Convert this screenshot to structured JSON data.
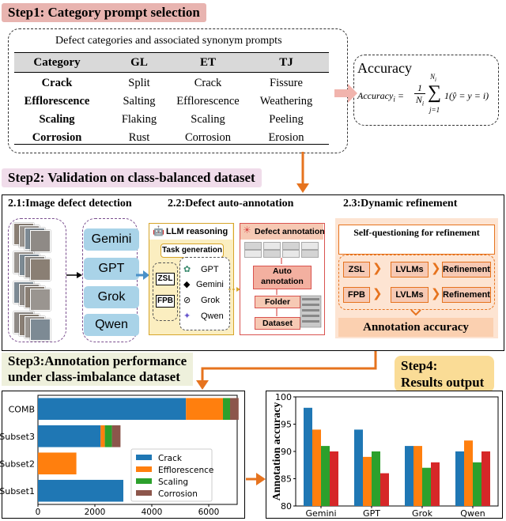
{
  "step1": {
    "title": "Step1: Category prompt selection",
    "table_caption": "Defect categories and associated synonym prompts",
    "headers": [
      "Category",
      "GL",
      "ET",
      "TJ"
    ],
    "rows": [
      [
        "Crack",
        "Split",
        "Crack",
        "Fissure"
      ],
      [
        "Efflorescence",
        "Salting",
        "Efflorescence",
        "Weathering"
      ],
      [
        "Scaling",
        "Flaking",
        "Scaling",
        "Peeling"
      ],
      [
        "Corrosion",
        "Rust",
        "Corrosion",
        "Erosion"
      ]
    ],
    "accuracy_title": "Accuracy",
    "accuracy_lhs": "Accuracy",
    "accuracy_sub": "i",
    "accuracy_frac_num": "1",
    "accuracy_frac_den": "N",
    "accuracy_sum_top": "N",
    "accuracy_sum_bottom": "j=1",
    "accuracy_indicator": "1(ŷ = y = i)"
  },
  "step2": {
    "title": "Step2: Validation on class-balanced dataset",
    "sub1": "2.1:Image defect detection",
    "sub2": "2.2:Defect auto-annotation",
    "sub3": "2.3:Dynamic refinement",
    "models": [
      "Gemini",
      "GPT",
      "Grok",
      "Qwen"
    ],
    "llm_reasoning": "LLM reasoning",
    "task_generation": "Task generation",
    "zsl": "ZSL",
    "fpb": "FPB",
    "llm_list": [
      "GPT",
      "Gemini",
      "Grok",
      "Qwen"
    ],
    "defect_annotation": "Defect annotation",
    "auto_annotation": "Auto annotation",
    "folder": "Folder",
    "dataset": "Dataset",
    "self_q": "Self-questioning for refinement",
    "refine_rows": [
      [
        "ZSL",
        "LVLMs",
        "Refinement"
      ],
      [
        "FPB",
        "LVLMs",
        "Refinement"
      ]
    ],
    "annotation_accuracy": "Annotation accuracy"
  },
  "step3": {
    "title_line1": "Step3:Annotation performance",
    "title_line2": "under class-imbalance dataset"
  },
  "step4": {
    "title_line1": "Step4:",
    "title_line2": "Results output"
  },
  "colors": {
    "crack": "#1f77b4",
    "efflorescence": "#ff7f0e",
    "scaling": "#2ca02c",
    "corrosion": "#d62728",
    "corrosion_stack": "#8c564b",
    "step1_bg": "#e8b4b0",
    "step2_bg": "#f0dcea",
    "step3_bg": "#eef0dc",
    "step4_bg": "#fadc96",
    "arrow": "#e6731e"
  },
  "chart_data": [
    {
      "type": "bar",
      "orientation": "horizontal",
      "stacked": true,
      "categories": [
        "COMB",
        "Subset3",
        "Subset2",
        "Subset1"
      ],
      "series": [
        {
          "name": "Crack",
          "values": [
            5200,
            2200,
            0,
            3000
          ]
        },
        {
          "name": "Efflorescence",
          "values": [
            1300,
            150,
            1350,
            0
          ]
        },
        {
          "name": "Scaling",
          "values": [
            250,
            250,
            0,
            0
          ]
        },
        {
          "name": "Corrosion",
          "values": [
            300,
            300,
            0,
            0
          ]
        }
      ],
      "xticks": [
        "0",
        "2000",
        "4000",
        "6000"
      ],
      "xlim": [
        0,
        7000
      ],
      "legend_position": "center-right"
    },
    {
      "type": "bar",
      "orientation": "vertical",
      "categories": [
        "Gemini",
        "GPT",
        "Grok",
        "Qwen"
      ],
      "series": [
        {
          "values": [
            98,
            94,
            91,
            90
          ]
        },
        {
          "values": [
            94,
            89,
            91,
            92
          ]
        },
        {
          "values": [
            91,
            90,
            87,
            88
          ]
        },
        {
          "values": [
            90,
            86,
            88,
            90
          ]
        }
      ],
      "series_colors": [
        "#1f77b4",
        "#ff7f0e",
        "#2ca02c",
        "#d62728"
      ],
      "ylabel": "Annotation accuracy",
      "yticks": [
        "80",
        "85",
        "90",
        "95",
        "100"
      ],
      "ylim": [
        80,
        100
      ]
    }
  ]
}
